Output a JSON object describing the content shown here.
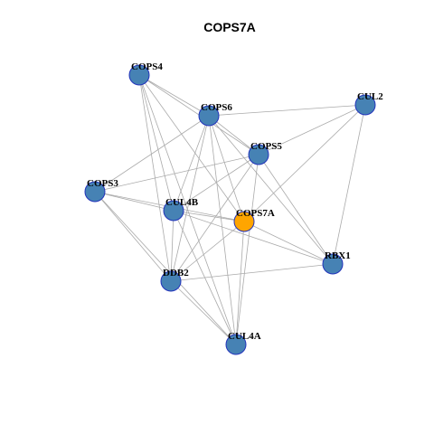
{
  "title": "COPS7A",
  "colors": {
    "node_fill": "#4682b4",
    "focus_fill": "#ffa500",
    "node_stroke": "#2233bb",
    "edge": "#aaaaaa"
  },
  "nodes": [
    {
      "id": "COPS4",
      "focus": false
    },
    {
      "id": "COPS6",
      "focus": false
    },
    {
      "id": "CUL2",
      "focus": false
    },
    {
      "id": "COPS5",
      "focus": false
    },
    {
      "id": "COPS3",
      "focus": false
    },
    {
      "id": "CUL4B",
      "focus": false
    },
    {
      "id": "COPS7A",
      "focus": true
    },
    {
      "id": "RBX1",
      "focus": false
    },
    {
      "id": "DDB2",
      "focus": false
    },
    {
      "id": "CUL4A",
      "focus": false
    }
  ],
  "edges": [
    [
      "COPS4",
      "COPS6"
    ],
    [
      "COPS4",
      "COPS5"
    ],
    [
      "COPS4",
      "CUL4B"
    ],
    [
      "COPS4",
      "COPS7A"
    ],
    [
      "COPS4",
      "DDB2"
    ],
    [
      "COPS4",
      "CUL4A"
    ],
    [
      "COPS6",
      "CUL2"
    ],
    [
      "COPS6",
      "COPS5"
    ],
    [
      "COPS6",
      "CUL4B"
    ],
    [
      "COPS6",
      "COPS7A"
    ],
    [
      "COPS6",
      "DDB2"
    ],
    [
      "COPS6",
      "CUL4A"
    ],
    [
      "COPS6",
      "COPS3"
    ],
    [
      "COPS6",
      "RBX1"
    ],
    [
      "CUL2",
      "COPS5"
    ],
    [
      "CUL2",
      "COPS7A"
    ],
    [
      "CUL2",
      "RBX1"
    ],
    [
      "COPS5",
      "COPS3"
    ],
    [
      "COPS5",
      "CUL4B"
    ],
    [
      "COPS5",
      "DDB2"
    ],
    [
      "COPS5",
      "CUL4A"
    ],
    [
      "COPS5",
      "RBX1"
    ],
    [
      "COPS3",
      "CUL4B"
    ],
    [
      "COPS3",
      "COPS7A"
    ],
    [
      "COPS3",
      "DDB2"
    ],
    [
      "COPS3",
      "CUL4A"
    ],
    [
      "CUL4B",
      "COPS7A"
    ],
    [
      "CUL4B",
      "RBX1"
    ],
    [
      "CUL4B",
      "DDB2"
    ],
    [
      "CUL4B",
      "CUL4A"
    ],
    [
      "COPS7A",
      "DDB2"
    ],
    [
      "COPS7A",
      "CUL4A"
    ],
    [
      "COPS7A",
      "RBX1"
    ],
    [
      "DDB2",
      "RBX1"
    ],
    [
      "DDB2",
      "CUL4A"
    ]
  ]
}
